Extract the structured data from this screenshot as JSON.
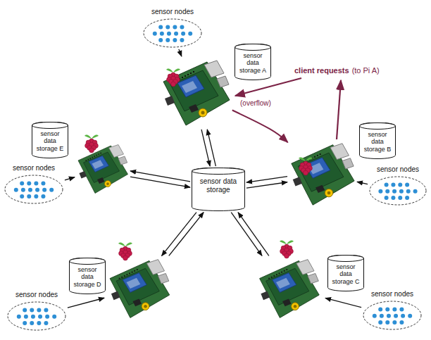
{
  "diagram": {
    "nodes": [
      {
        "text": [
          "sensor nodes"
        ]
      },
      {
        "text": [
          "sensor data storage A"
        ]
      },
      {
        "text": [
          "sensor nodes"
        ]
      },
      {
        "text": [
          "sensor data storage E"
        ]
      },
      {
        "text": [
          "sensor data storage"
        ]
      },
      {
        "text": [
          "sensor data storage B"
        ]
      },
      {
        "text": [
          "sensor nodes"
        ]
      },
      {
        "text": [
          "sensor data storage D"
        ]
      },
      {
        "text": [
          "sensor data storage C"
        ]
      },
      {
        "text": [
          "sensor nodes"
        ]
      },
      {
        "text": [
          "sensor nodes"
        ]
      }
    ],
    "edges": [
      {
        "from": 0,
        "to": 1,
        "arrow": "to"
      },
      {
        "from": 2,
        "to": 3,
        "arrow": "to"
      },
      {
        "from": 6,
        "to": 5,
        "arrow": "to"
      },
      {
        "from": 9,
        "to": 7,
        "arrow": "to"
      },
      {
        "from": 10,
        "to": 8,
        "arrow": "to"
      },
      {
        "from": 1,
        "to": 5,
        "label": "(overflow)",
        "arrow": "to"
      },
      {
        "from": 1,
        "to": 4,
        "arrow": "to"
      },
      {
        "from": 4,
        "to": 1,
        "arrow": "to"
      },
      {
        "from": 3,
        "to": 4,
        "arrow": "to"
      },
      {
        "from": 4,
        "to": 3,
        "arrow": "to"
      },
      {
        "from": 5,
        "to": 4,
        "arrow": "to"
      },
      {
        "from": 4,
        "to": 5,
        "arrow": "to"
      },
      {
        "from": 7,
        "to": 4,
        "arrow": "to"
      },
      {
        "from": 4,
        "to": 7,
        "arrow": "to"
      },
      {
        "from": 8,
        "to": 4,
        "arrow": "to"
      },
      {
        "from": 4,
        "to": 8,
        "arrow": "to"
      }
    ],
    "labels": [
      "client requests",
      "(to Pi A)"
    ]
  }
}
